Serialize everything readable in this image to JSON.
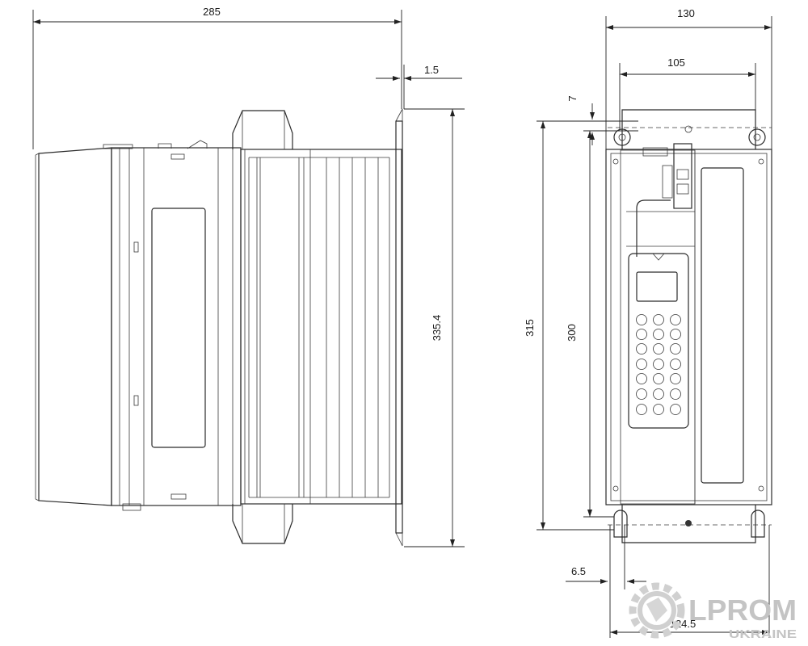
{
  "dimensions": {
    "side_width": "285",
    "flange_thickness": "1.5",
    "side_height": "335.4",
    "front_width": "130",
    "front_inner_width": "105",
    "top_offset": "7",
    "front_height_outer": "315",
    "front_height_inner": "300",
    "hole_offset": "6.5",
    "base_width": "124.5"
  },
  "watermark": {
    "brand": "LPROM",
    "sub": "UKRAINE"
  }
}
